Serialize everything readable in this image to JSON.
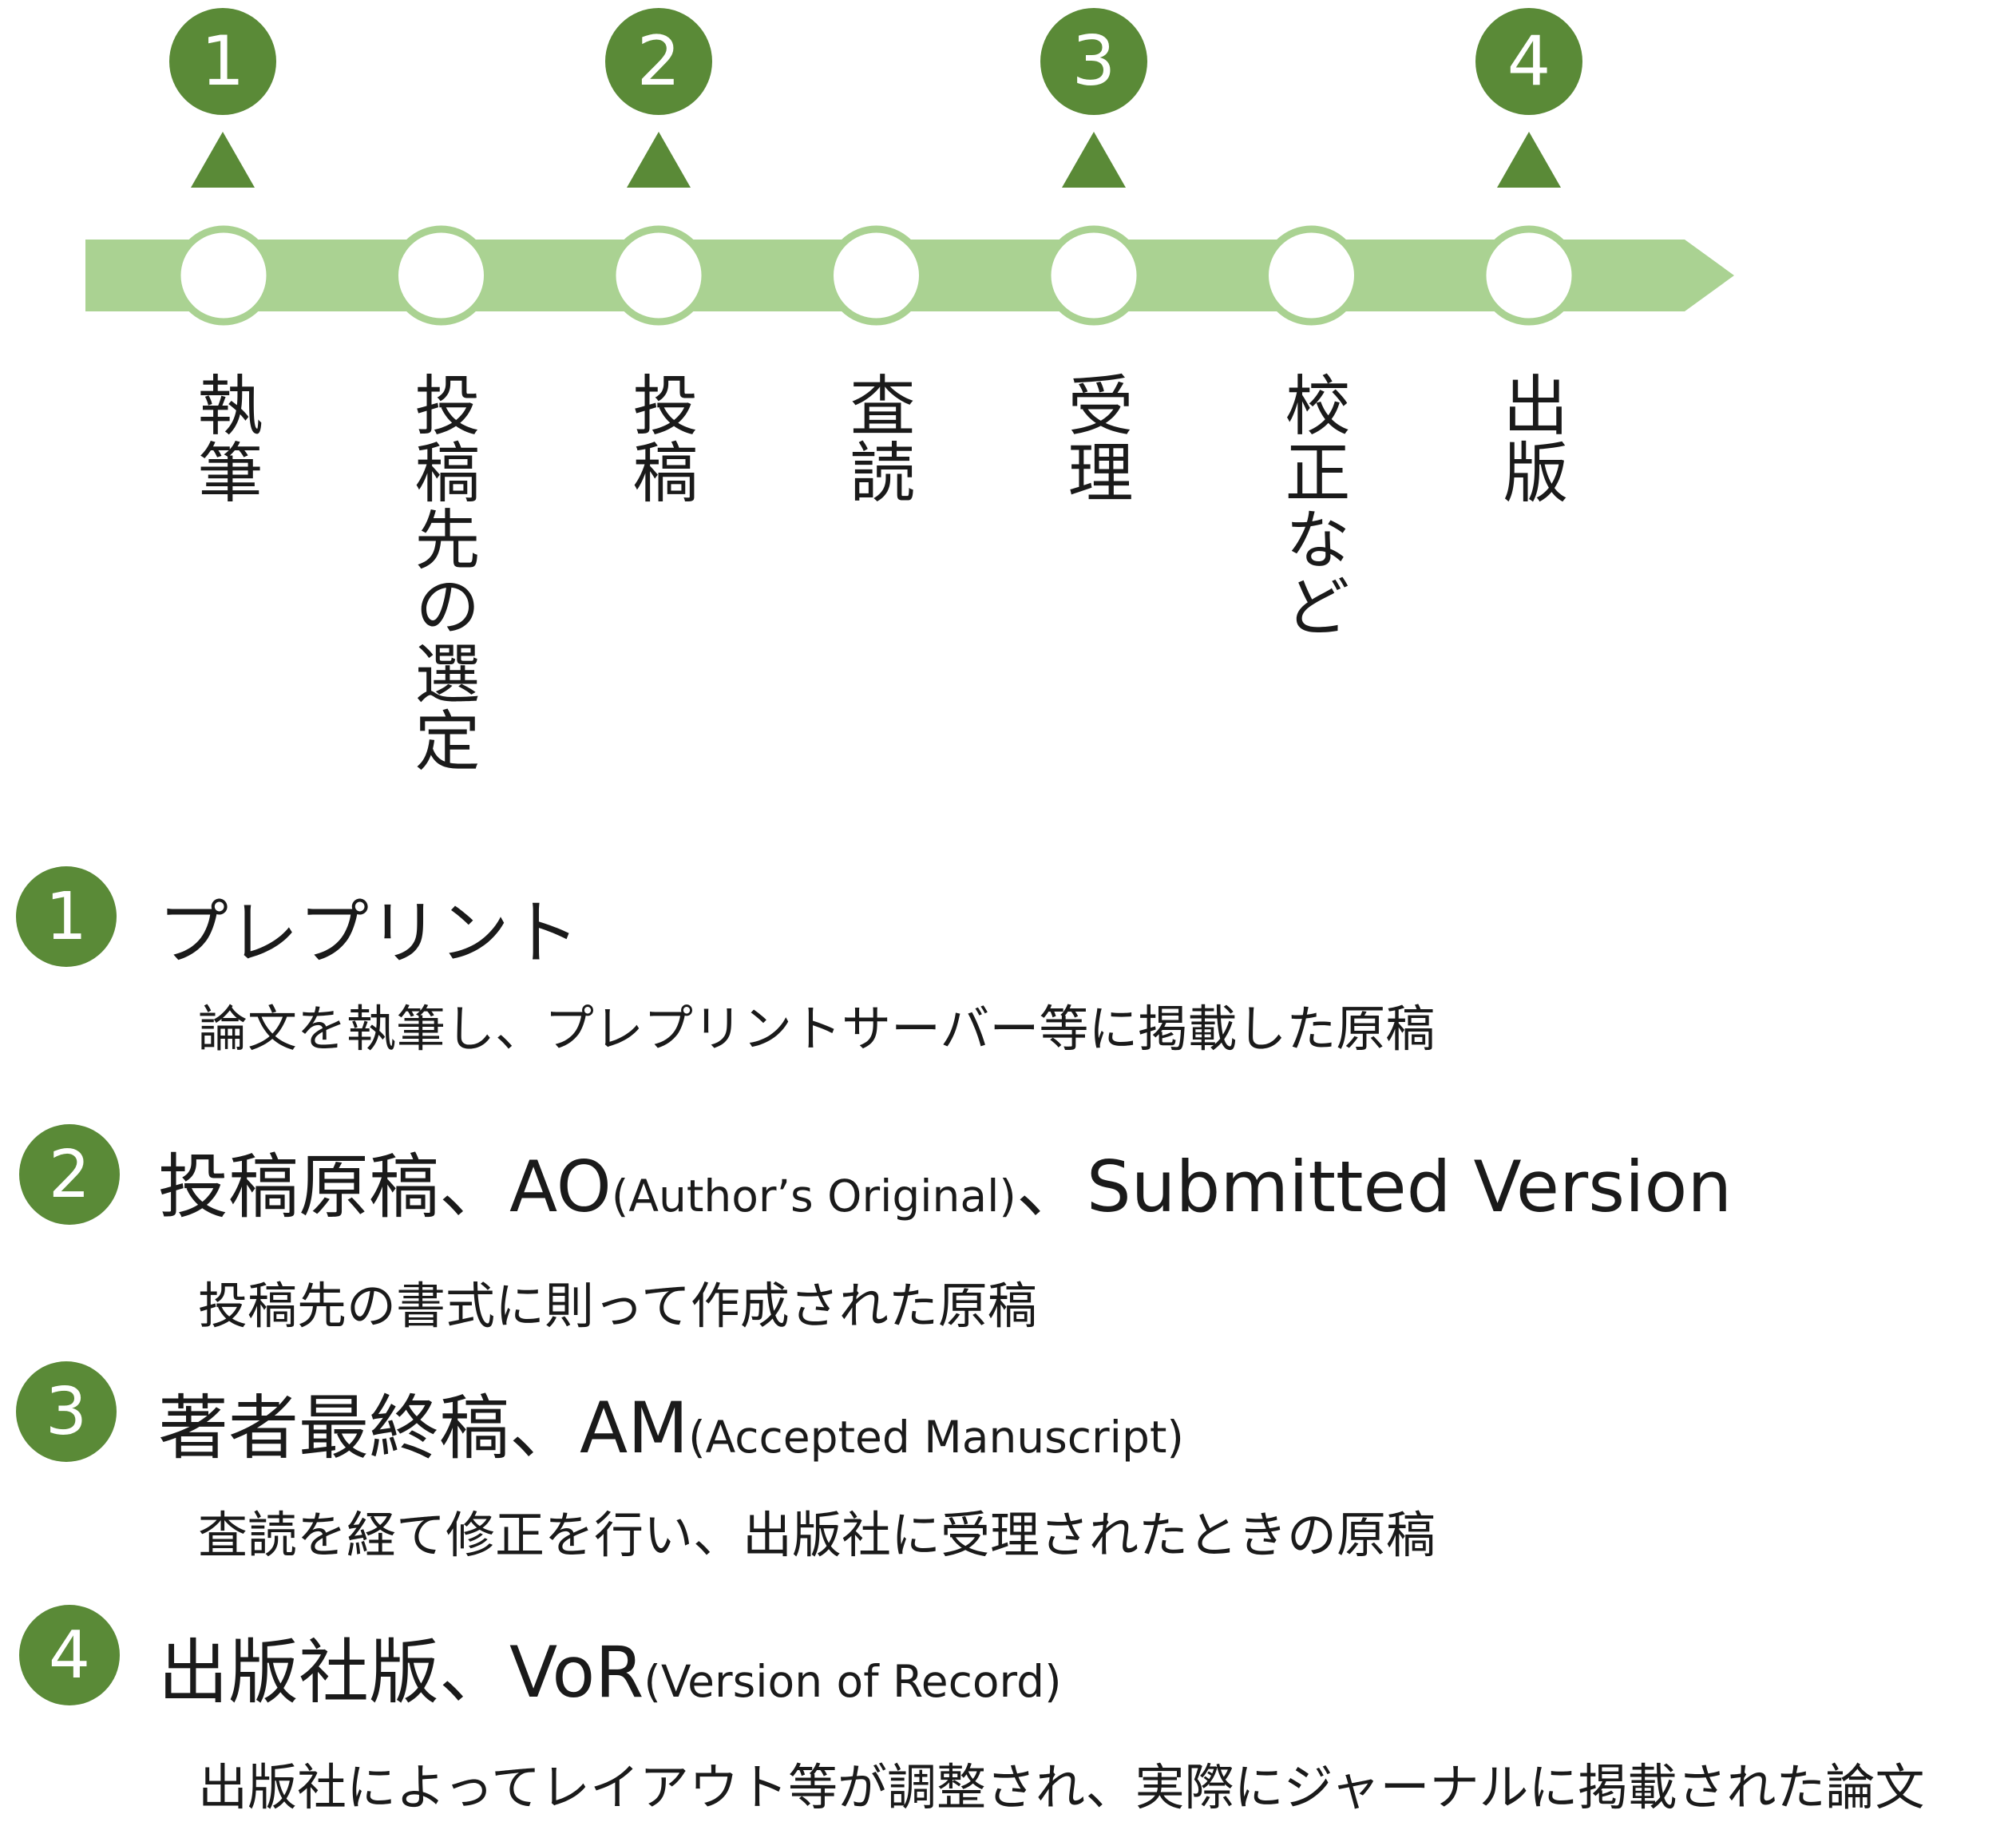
{
  "colors": {
    "track": "#aad292",
    "accent": "#5a8a37",
    "node_fill": "#ffffff"
  },
  "markers": [
    {
      "number": "1",
      "stage_index": 0
    },
    {
      "number": "2",
      "stage_index": 2
    },
    {
      "number": "3",
      "stage_index": 4
    },
    {
      "number": "4",
      "stage_index": 6
    }
  ],
  "stages": [
    {
      "label": "執筆"
    },
    {
      "label": "投稿先の選定"
    },
    {
      "label": "投稿"
    },
    {
      "label": "査読"
    },
    {
      "label": "受理"
    },
    {
      "label": "校正など"
    },
    {
      "label": "出版"
    }
  ],
  "legend": [
    {
      "number": "1",
      "title_main": "プレプリント",
      "title_sub": "",
      "title_tail": "",
      "description": "論文を執筆し、プレプリントサーバー等に掲載した原稿"
    },
    {
      "number": "2",
      "title_main": "投稿原稿、AO",
      "title_sub": "(Author’s Original)",
      "title_tail": "、Submitted Version",
      "description": "投稿先の書式に則って作成された原稿"
    },
    {
      "number": "3",
      "title_main": "著者最終稿、AM",
      "title_sub": "(Accepted Manuscript)",
      "title_tail": "",
      "description": "査読を経て修正を行い、出版社に受理されたときの原稿"
    },
    {
      "number": "4",
      "title_main": "出版社版、VoR",
      "title_sub": "(Version of Record)",
      "title_tail": "",
      "description": "出版社によってレイアウト等が調整され、実際にジャーナルに掲載された論文"
    }
  ]
}
